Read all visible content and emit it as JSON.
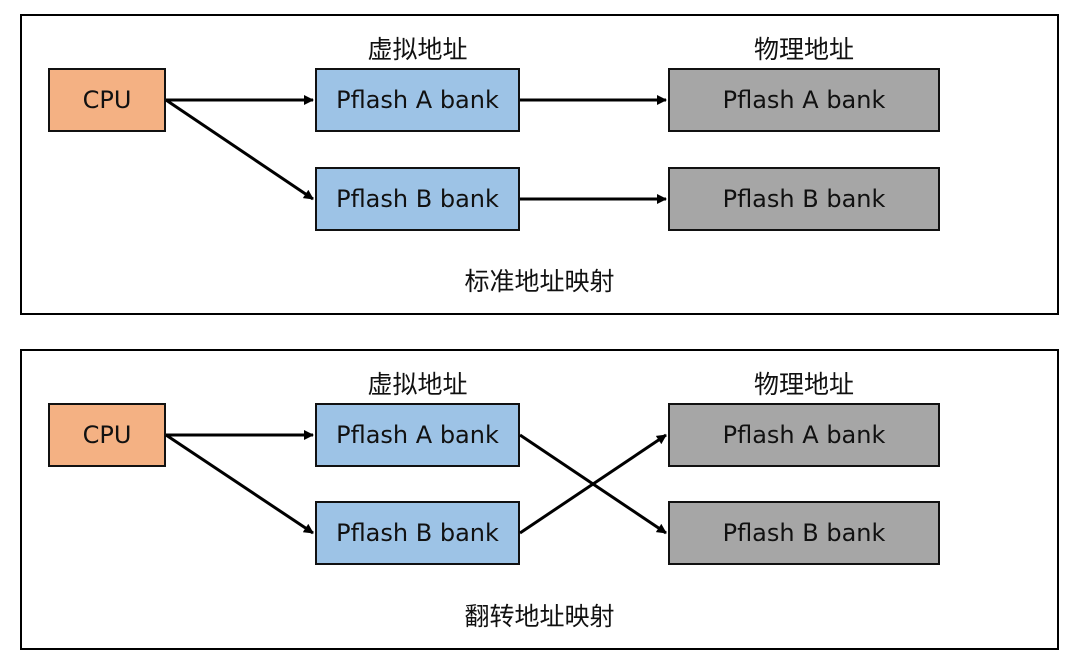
{
  "standard": {
    "header_virtual": "虚拟地址",
    "header_physical": "物理地址",
    "cpu": "CPU",
    "virt_a": "Pflash A bank",
    "virt_b": "Pflash B bank",
    "phys_a": "Pflash A bank",
    "phys_b": "Pflash B bank",
    "caption": "标准地址映射"
  },
  "swapped": {
    "header_virtual": "虚拟地址",
    "header_physical": "物理地址",
    "cpu": "CPU",
    "virt_a": "Pflash A bank",
    "virt_b": "Pflash B bank",
    "phys_a": "Pflash A bank",
    "phys_b": "Pflash B bank",
    "caption": "翻转地址映射"
  },
  "colors": {
    "cpu": "#f4b183",
    "virtual": "#9dc3e6",
    "physical": "#a6a6a6"
  }
}
